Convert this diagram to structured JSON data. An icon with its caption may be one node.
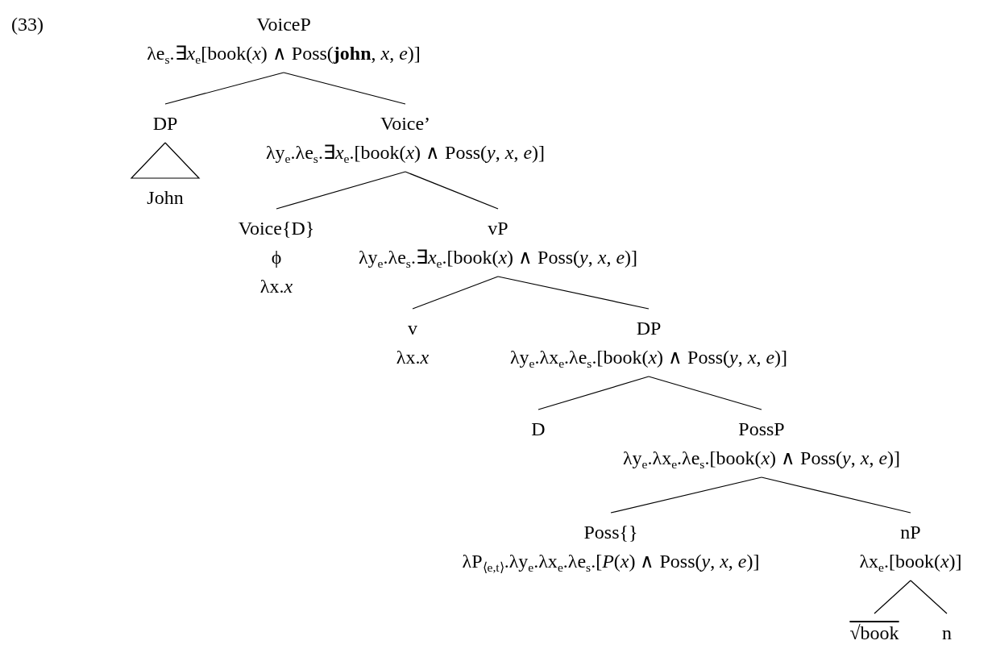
{
  "diagram": {
    "nodes": [
      {
        "text": [
          "VoiceP",
          "λe$_{s}$.∃*x*$_{e}$[book(*x*) ∧ Poss(**john**, *x*, *e*)]"
        ]
      },
      {
        "text": [
          "DP"
        ]
      },
      {
        "text": [
          "John"
        ]
      },
      {
        "text": [
          "Voice’",
          "λy$_{e}$.λe$_{s}$.∃*x*$_{e}$.[book(*x*) ∧ Poss(*y*, *x*, *e*)]"
        ]
      },
      {
        "text": [
          "Voice{D}",
          "ϕ",
          "λx.*x*"
        ]
      },
      {
        "text": [
          "vP",
          "λy$_{e}$.λe$_{s}$.∃*x*$_{e}$.[book(*x*) ∧ Poss(*y*, *x*, *e*)]"
        ]
      },
      {
        "text": [
          "v",
          "λx.*x*"
        ]
      },
      {
        "text": [
          "DP",
          "λy$_{e}$.λx$_{e}$.λe$_{s}$.[book(*x*) ∧ Poss(*y*, *x*, *e*)]"
        ]
      },
      {
        "text": [
          "D"
        ]
      },
      {
        "text": [
          "PossP",
          "λy$_{e}$.λx$_{e}$.λe$_{s}$.[book(*x*) ∧ Poss(*y*, *x*, *e*)]"
        ]
      },
      {
        "text": [
          "Poss{}",
          "λP$_{⟨e,t⟩}$.λy$_{e}$.λx$_{e}$.λe$_{s}$.[*P*(*x*) ∧ Poss(*y*, *x*, *e*)]"
        ]
      },
      {
        "text": [
          "nP",
          "λx$_{e}$.[book(*x*)]"
        ]
      },
      {
        "text": [
          "√book"
        ]
      },
      {
        "text": [
          "n"
        ]
      }
    ],
    "edges": [
      {
        "from": 0,
        "to": 1,
        "arrow": "none"
      },
      {
        "from": 0,
        "to": 3,
        "arrow": "none"
      },
      {
        "from": 1,
        "to": 2,
        "arrow": "none"
      },
      {
        "from": 3,
        "to": 4,
        "arrow": "none"
      },
      {
        "from": 3,
        "to": 5,
        "arrow": "none"
      },
      {
        "from": 5,
        "to": 6,
        "arrow": "none"
      },
      {
        "from": 5,
        "to": 7,
        "arrow": "none"
      },
      {
        "from": 7,
        "to": 8,
        "arrow": "none"
      },
      {
        "from": 7,
        "to": 9,
        "arrow": "none"
      },
      {
        "from": 9,
        "to": 10,
        "arrow": "none"
      },
      {
        "from": 9,
        "to": 11,
        "arrow": "none"
      },
      {
        "from": 11,
        "to": 12,
        "arrow": "none"
      },
      {
        "from": 11,
        "to": 13,
        "arrow": "none"
      }
    ],
    "labels": [
      "(33)"
    ]
  }
}
